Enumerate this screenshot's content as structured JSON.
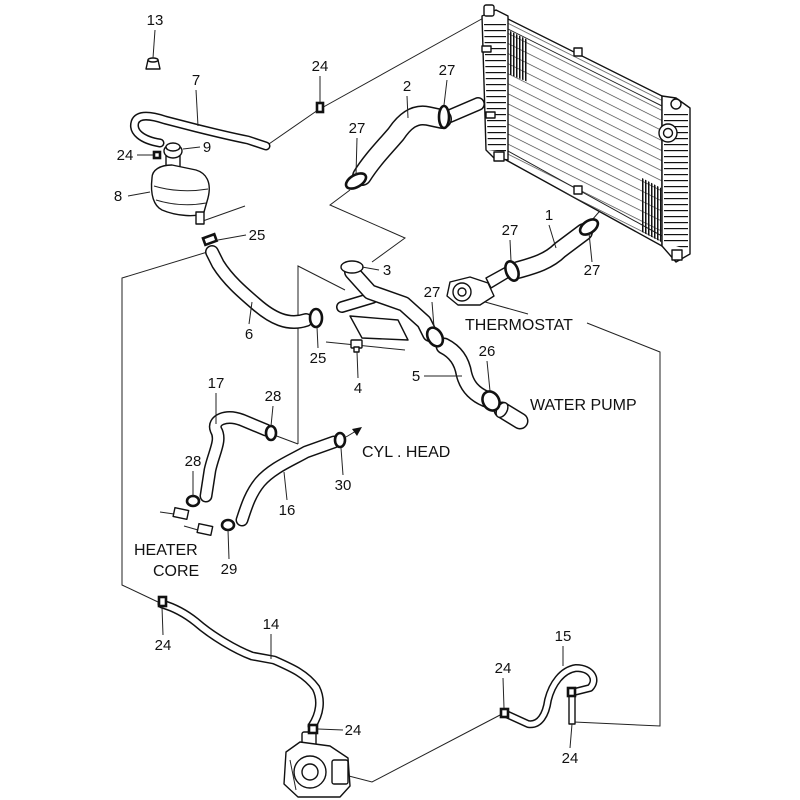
{
  "callouts": [
    "13",
    "7",
    "24",
    "2",
    "27",
    "27",
    "24",
    "9",
    "8",
    "25",
    "1",
    "27",
    "27",
    "3",
    "27",
    "6",
    "25",
    "4",
    "5",
    "26",
    "17",
    "28",
    "28",
    "30",
    "16",
    "29",
    "14",
    "24",
    "15",
    "24",
    "24",
    "24"
  ],
  "labels": {
    "thermostat": "THERMOSTAT",
    "water_pump": "WATER PUMP",
    "cyl_head": "CYL . HEAD",
    "heater_core_line1": "HEATER",
    "heater_core_line2": "CORE"
  }
}
